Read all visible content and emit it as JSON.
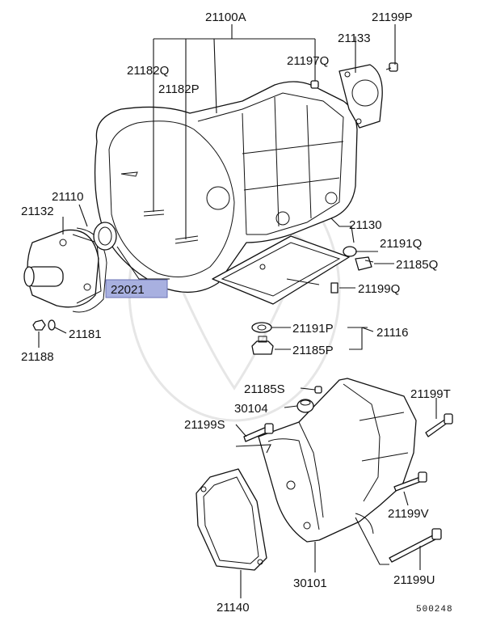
{
  "diagram": {
    "reference_number": "500248",
    "highlight_color": "#a8b0e0",
    "part_labels": {
      "p21100A": "21100A",
      "p21199P": "21199P",
      "p21133": "21133",
      "p21182Q": "21182Q",
      "p21197Q": "21197Q",
      "p21182P": "21182P",
      "p21110": "21110",
      "p21132": "21132",
      "p21130": "21130",
      "p21191Q": "21191Q",
      "p21185Q": "21185Q",
      "p22021": "22021",
      "p21199Q": "21199Q",
      "p21181": "21181",
      "p21191P": "21191P",
      "p21116": "21116",
      "p21188": "21188",
      "p21185P": "21185P",
      "p21185S": "21185S",
      "p30104": "30104",
      "p21199T": "21199T",
      "p21199S": "21199S",
      "p21199V": "21199V",
      "p21199U": "21199U",
      "p30101": "30101",
      "p21140": "21140"
    }
  }
}
